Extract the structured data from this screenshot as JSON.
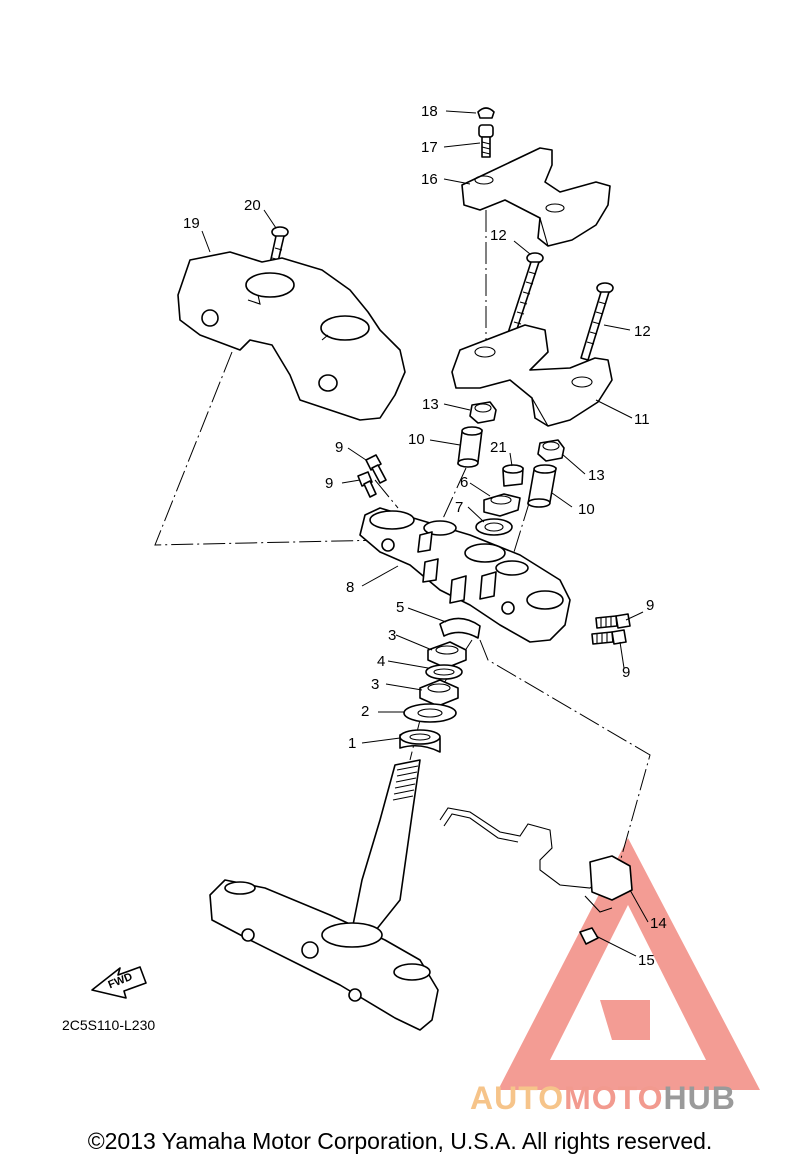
{
  "diagram": {
    "callouts": [
      {
        "id": "c18",
        "label": "18"
      },
      {
        "id": "c17",
        "label": "17"
      },
      {
        "id": "c16",
        "label": "16"
      },
      {
        "id": "c20",
        "label": "20"
      },
      {
        "id": "c19",
        "label": "19"
      },
      {
        "id": "c12a",
        "label": "12"
      },
      {
        "id": "c12b",
        "label": "12"
      },
      {
        "id": "c11",
        "label": "11"
      },
      {
        "id": "c13a",
        "label": "13"
      },
      {
        "id": "c13b",
        "label": "13"
      },
      {
        "id": "c10a",
        "label": "10"
      },
      {
        "id": "c10b",
        "label": "10"
      },
      {
        "id": "c21",
        "label": "21"
      },
      {
        "id": "c9a",
        "label": "9"
      },
      {
        "id": "c9b",
        "label": "9"
      },
      {
        "id": "c9c",
        "label": "9"
      },
      {
        "id": "c9d",
        "label": "9"
      },
      {
        "id": "c6",
        "label": "6"
      },
      {
        "id": "c7",
        "label": "7"
      },
      {
        "id": "c8",
        "label": "8"
      },
      {
        "id": "c5",
        "label": "5"
      },
      {
        "id": "c3a",
        "label": "3"
      },
      {
        "id": "c4",
        "label": "4"
      },
      {
        "id": "c3b",
        "label": "3"
      },
      {
        "id": "c2",
        "label": "2"
      },
      {
        "id": "c1",
        "label": "1"
      },
      {
        "id": "c14",
        "label": "14"
      },
      {
        "id": "c15",
        "label": "15"
      }
    ],
    "fwd_label": "FWD",
    "diagram_code": "2C5S110-L230"
  },
  "watermark": {
    "part1": "AUTO",
    "part2": "MOTO",
    "part3": "HUB",
    "colors": {
      "auto": "#f6c48a",
      "moto": "#f29a8f",
      "hub": "#9a9a9a",
      "triangle": "#f28b82"
    }
  },
  "footer": {
    "copyright": "©2013 Yamaha Motor Corporation, U.S.A. All rights reserved."
  }
}
